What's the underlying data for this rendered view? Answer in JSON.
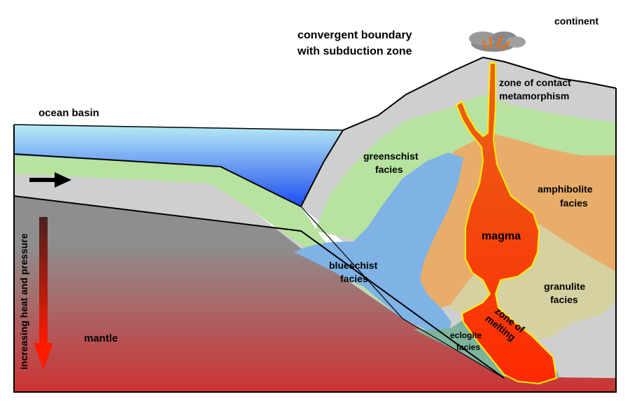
{
  "labels": {
    "continent": "continent",
    "convergent_boundary": [
      "convergent boundary",
      "with subduction zone"
    ],
    "ocean_basin": "ocean basin",
    "zone_of_contact_metamorphism": [
      "zone of contact",
      "metamorphism"
    ],
    "greenschist_facies": [
      "greenschist",
      "facies"
    ],
    "amphibolite_facies": [
      "amphibolite",
      "facies"
    ],
    "magma": "magma",
    "blueschist_facies": [
      "blueschist",
      "facies"
    ],
    "granulite_facies": [
      "granulite",
      "facies"
    ],
    "zone_of_melting": [
      "zone of",
      "melting"
    ],
    "eclogite_facies": [
      "eclogite",
      "facies"
    ],
    "mantle": "mantle",
    "increasing_heat_and_pressure": "increasing heat and pressure"
  },
  "colors": {
    "ocean_top": "#b8ecf4",
    "ocean_bottom": "#1c4cf0",
    "crust_gray": "#cfcfcf",
    "mantle_top": "#8e8e8e",
    "mantle_bottom": "#cc3333",
    "greenschist": "#b7e2a0",
    "blueschist": "#7fb2e5",
    "amphibolite": "#e8ad6a",
    "granulite": "#d6d1a0",
    "eclogite": "#7fb39b",
    "magma_top": "#e8661a",
    "magma_bottom": "#ff2a00",
    "magma_outline": "#ffee00",
    "outline": "#000000"
  },
  "icons": [
    "plate-motion-arrow-icon",
    "heat-pressure-arrow-icon",
    "volcanic-eruption-icon"
  ]
}
